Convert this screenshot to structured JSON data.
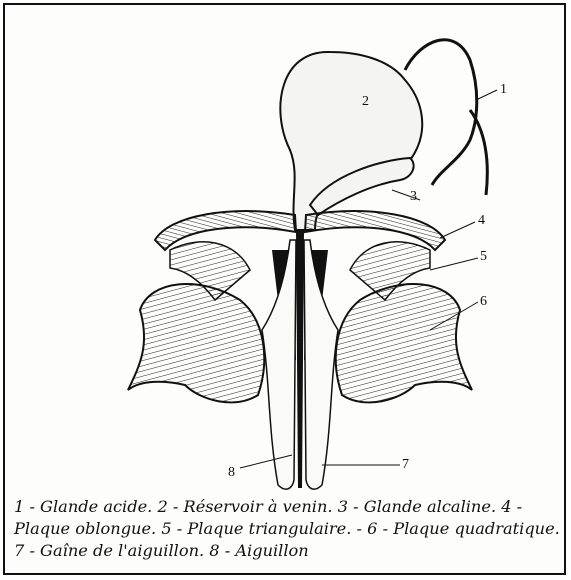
{
  "diagram": {
    "labels": [
      "1",
      "2",
      "3",
      "4",
      "5",
      "6",
      "7",
      "8"
    ],
    "caption": "1 - Glande acide. 2 - Réservoir à venin. 3 - Glande alcaline. 4 - Plaque oblongue. 5 - Plaque triangulaire. - 6 - Plaque quadratique. 7 - Gaîne de l'aiguillon. 8 - Aiguillon"
  },
  "colors": {
    "ink": "#111111",
    "paper": "#fdfdfb"
  }
}
